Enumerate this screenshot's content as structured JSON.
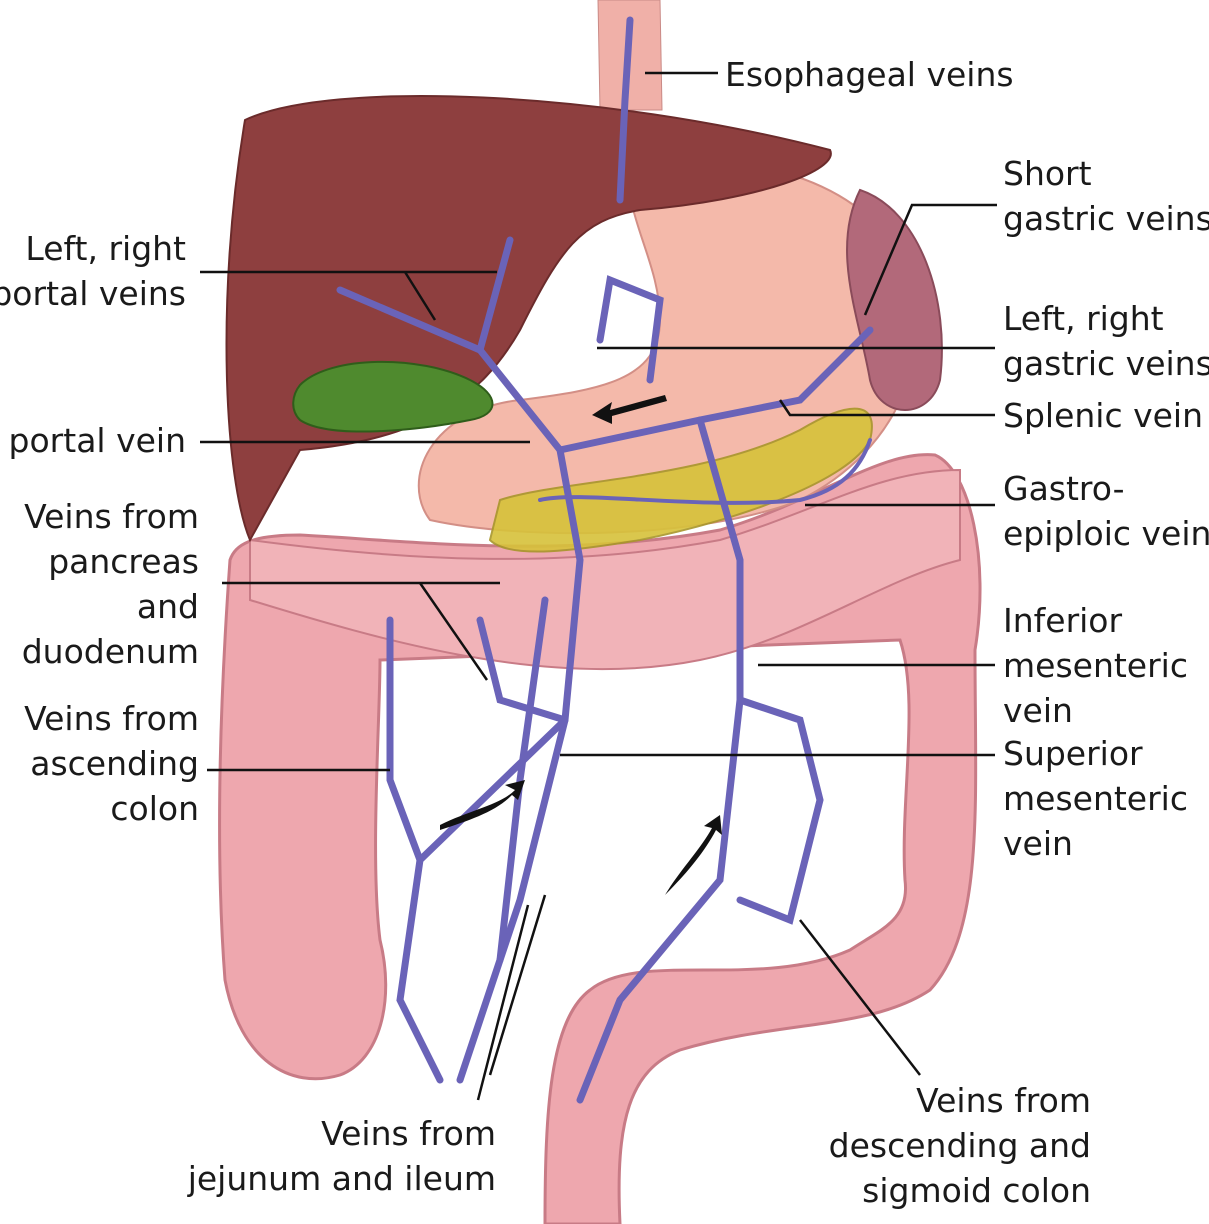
{
  "diagram": {
    "colors": {
      "liver": "#8e3f3f",
      "stomach": "#f2b3a6",
      "colon": "#eea7ae",
      "gallbladder": "#4f8a2e",
      "pancreas": "#d7c23a",
      "vein": "#6a63b8",
      "leader": "#111111"
    },
    "labels": {
      "esophageal": [
        "Esophageal veins"
      ],
      "short_gastric": [
        "Short",
        "gastric veins"
      ],
      "portal_branches": [
        "Left, right",
        "portal veins"
      ],
      "gastric": [
        "Left, right",
        "gastric veins"
      ],
      "splenic": [
        "Splenic vein"
      ],
      "portal": [
        "portal vein"
      ],
      "gastroepiploic": [
        "Gastro-",
        "epiploic vein"
      ],
      "pancreas_duodenum": [
        "Veins from",
        "pancreas",
        "and",
        "duodenum"
      ],
      "inferior_mesenteric": [
        "Inferior",
        "mesenteric",
        "vein"
      ],
      "ascending_colon": [
        "Veins from",
        "ascending",
        "colon"
      ],
      "superior_mesenteric": [
        "Superior",
        "mesenteric",
        "vein"
      ],
      "jejunum_ileum": [
        "Veins from",
        "jejunum and ileum"
      ],
      "descending_sigmoid": [
        "Veins from",
        "descending and",
        "sigmoid colon"
      ]
    }
  }
}
